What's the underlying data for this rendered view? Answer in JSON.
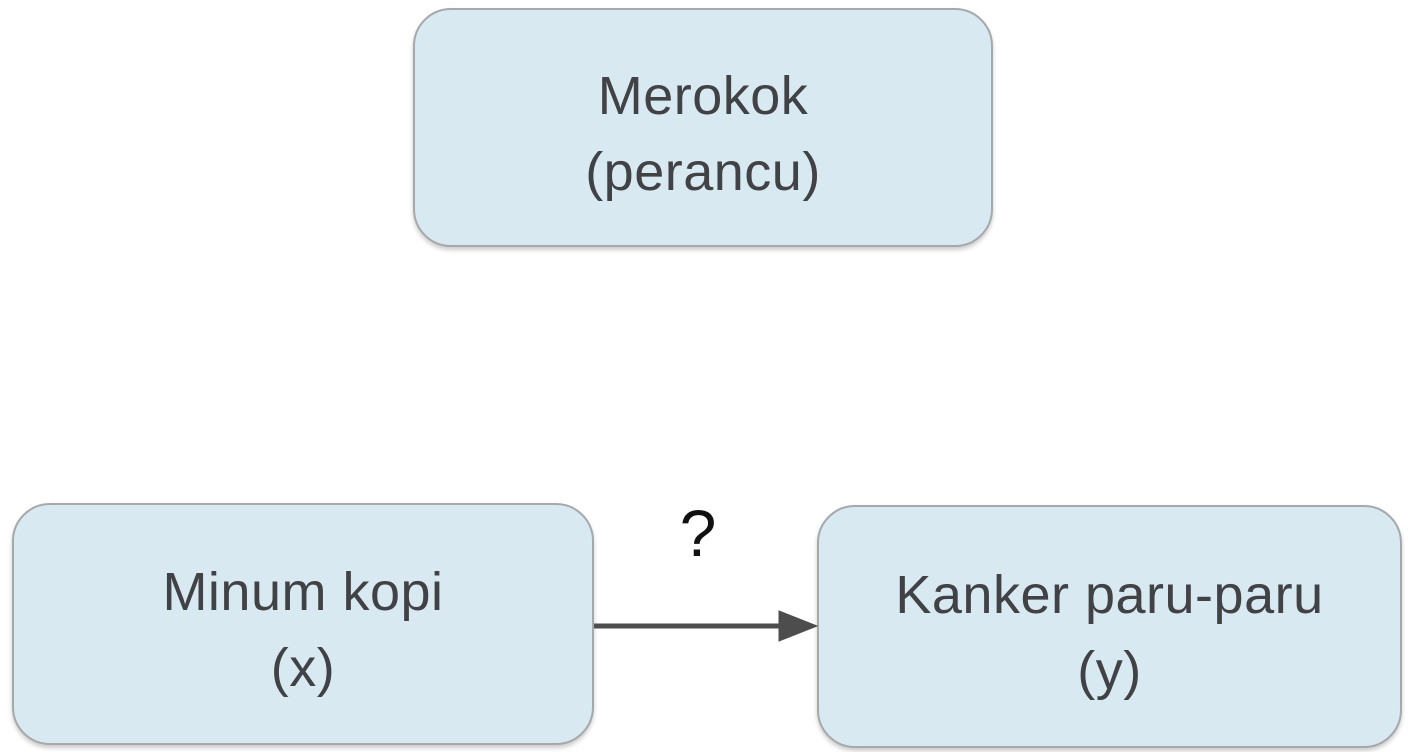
{
  "diagram": {
    "type": "causal-dag",
    "language": "Indonesian",
    "nodes": {
      "confounder": {
        "line1": "Merokok",
        "line2": "(perancu)",
        "role": "confounder"
      },
      "x": {
        "line1": "Minum kopi",
        "line2": "(x)",
        "role": "exposure"
      },
      "y": {
        "line1": "Kanker paru-paru",
        "line2": "(y)",
        "role": "outcome"
      }
    },
    "edge": {
      "from": "x",
      "to": "y",
      "label": "?"
    },
    "colors": {
      "background": "#ffffff",
      "node_fill": "#d9e9f1",
      "node_border": "#a5a9ac",
      "node_text": "#404245",
      "arrow": "#4d4d4d",
      "edge_label": "#111111"
    }
  }
}
